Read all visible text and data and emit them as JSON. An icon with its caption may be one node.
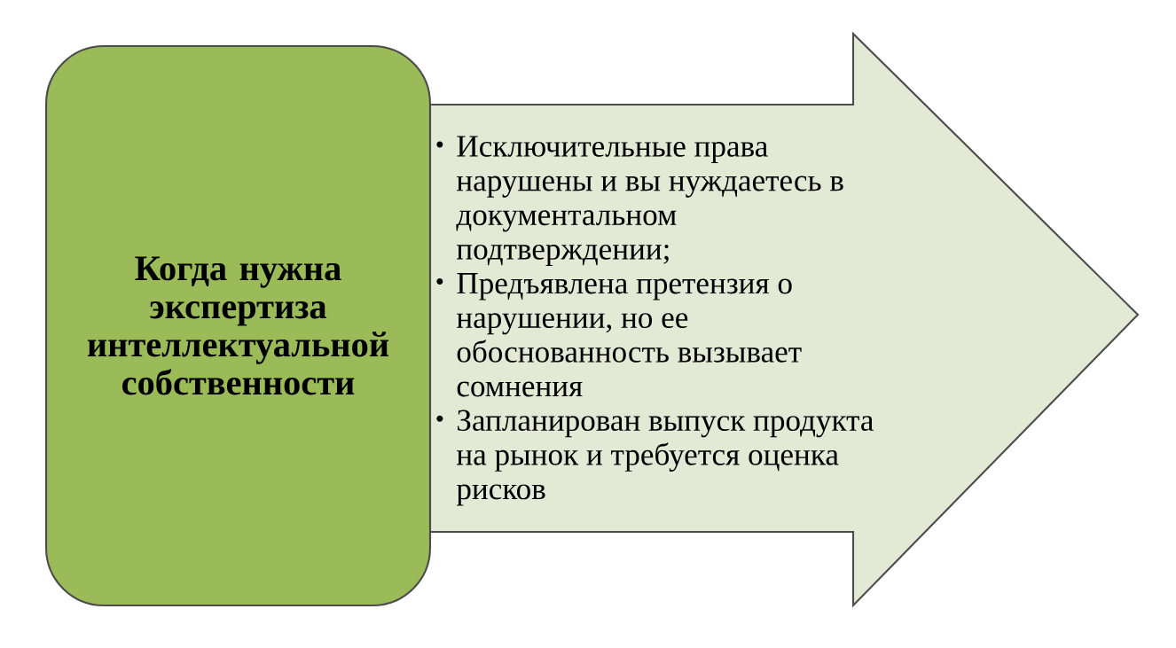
{
  "diagram": {
    "nodes": [
      {
        "text": [
          "Когда нужна экспертиза интеллектуальной собственности"
        ]
      },
      {
        "text": [
          "Исключительные права нарушены и вы нуждаетесь в документальном подтверждении;",
          "Предъявлена претензия о нарушении, но ее обоснованность вызывает сомнения",
          "Запланирован выпуск продукта на рынок и требуется оценка рисков"
        ]
      }
    ]
  }
}
